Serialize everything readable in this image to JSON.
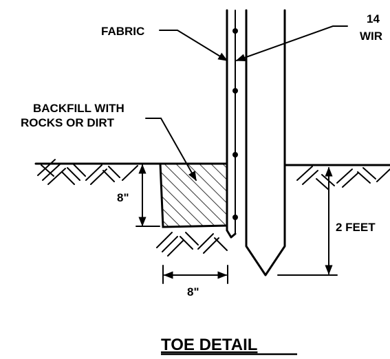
{
  "labels": {
    "fabric": "FABRIC",
    "wire_line1": "14",
    "wire_line2": "WIR",
    "backfill_line1": "BACKFILL WITH",
    "backfill_line2": "ROCKS OR DIRT",
    "depth_8in": "8\"",
    "width_8in": "8\"",
    "two_feet": "2 FEET",
    "title": "TOE DETAIL"
  }
}
